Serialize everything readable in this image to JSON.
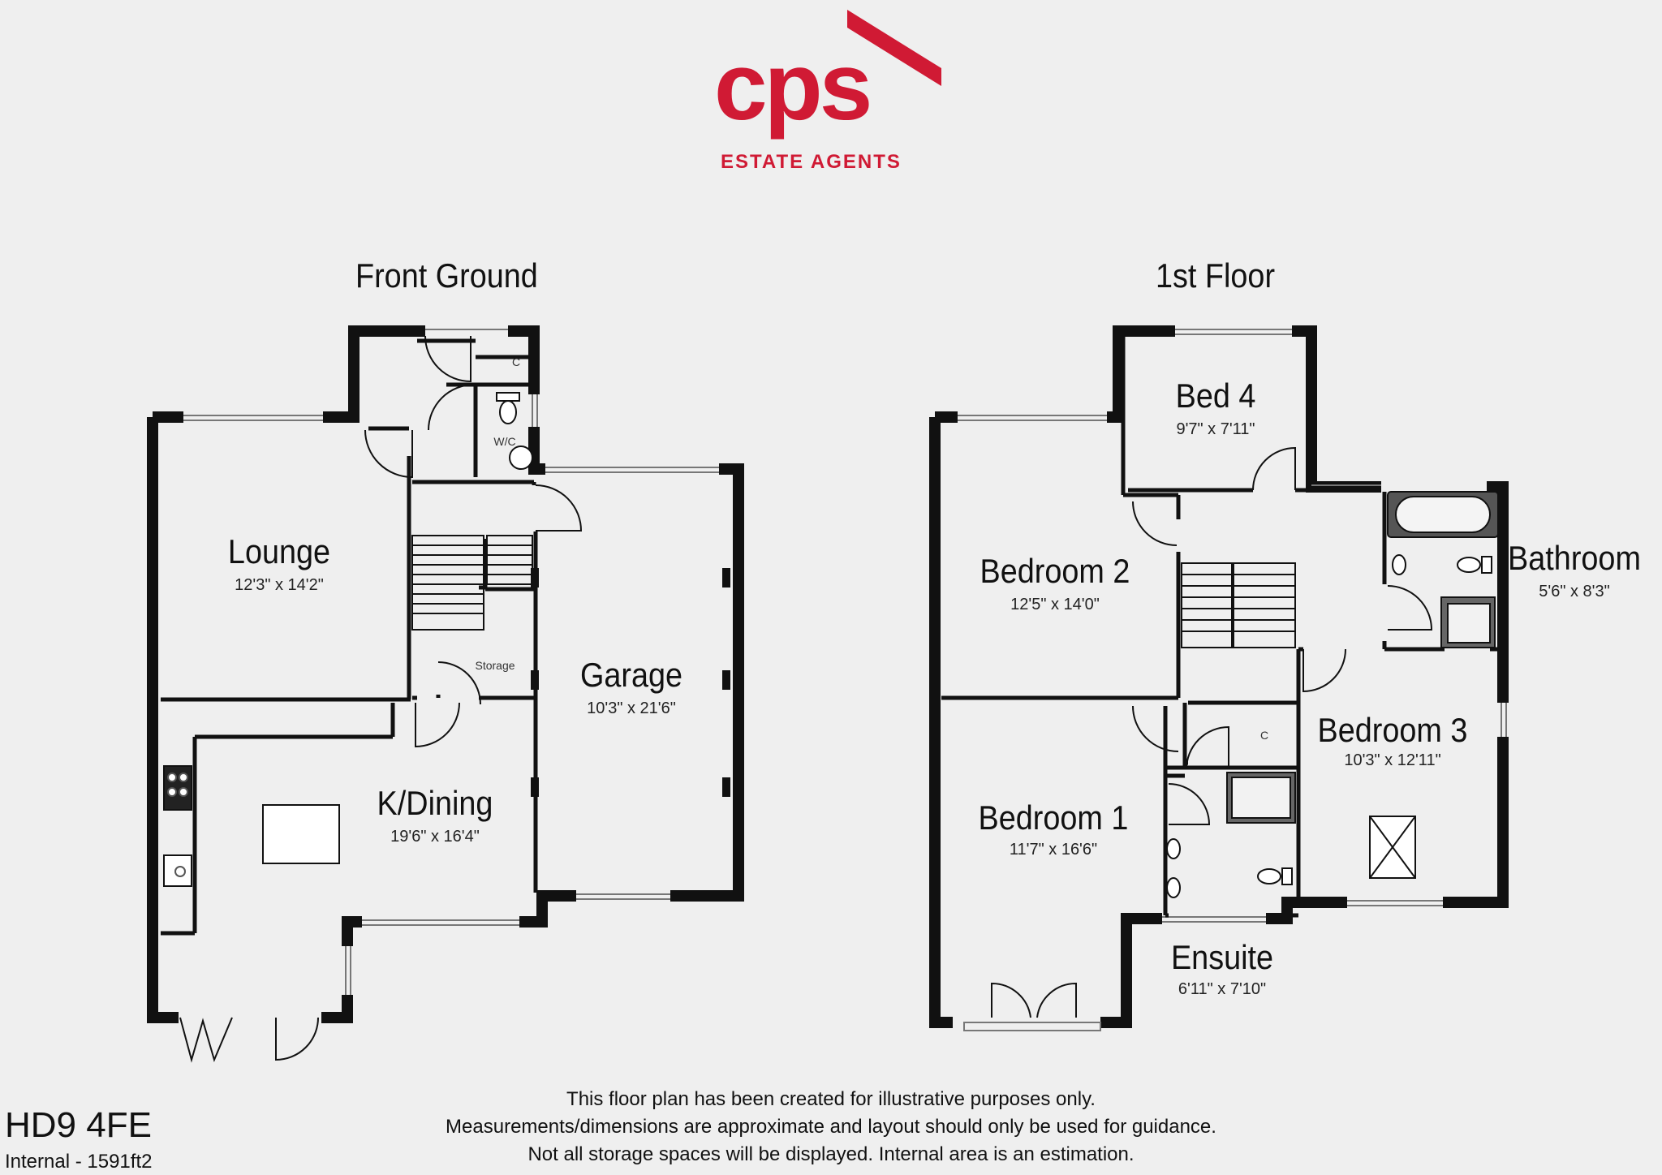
{
  "brand": {
    "name": "cps",
    "tagline": "ESTATE AGENTS",
    "color": "#d01a34"
  },
  "floors": [
    {
      "title": "Front Ground",
      "rooms": [
        {
          "name": "Lounge",
          "dims": "12'3\" x 14'2\""
        },
        {
          "name": "Garage",
          "dims": "10'3\" x 21'6\""
        },
        {
          "name": "K/Dining",
          "dims": "19'6\" x 16'4\""
        }
      ],
      "labels": {
        "cupboard": "C",
        "wc": "W/C",
        "storage": "Storage"
      }
    },
    {
      "title": "1st Floor",
      "rooms": [
        {
          "name": "Bed 4",
          "dims": "9'7\" x 7'11\""
        },
        {
          "name": "Bedroom 2",
          "dims": "12'5\" x 14'0\""
        },
        {
          "name": "Bathroom",
          "dims": "5'6\" x 8'3\""
        },
        {
          "name": "Bedroom 3",
          "dims": "10'3\" x 12'11\""
        },
        {
          "name": "Bedroom 1",
          "dims": "11'7\" x 16'6\""
        },
        {
          "name": "Ensuite",
          "dims": "6'11\" x 7'10\""
        }
      ],
      "labels": {
        "cupboard": "C"
      }
    }
  ],
  "disclaimer": [
    "This floor plan has been created for illustrative purposes only.",
    "Measurements/dimensions are approximate and layout should only be used for guidance.",
    "Not all storage spaces will be displayed. Internal area is an estimation."
  ],
  "postcode": "HD9 4FE",
  "internal_area": "Internal - 1591ft2"
}
